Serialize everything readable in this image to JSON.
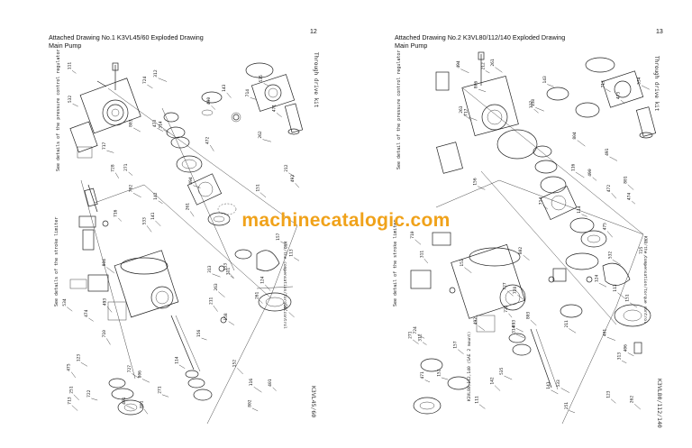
{
  "watermark": "machinecatalogic.com",
  "left_page": {
    "header_line1": "Attached Drawing No.1    K3VL45/60    Exploded Drawing",
    "header_line2": "Main Pump",
    "page_number": "12",
    "side_labels": {
      "through_drive": "Through drive kit",
      "pressure_reg": "See details of the pressure control regulator",
      "stroke_limiter": "See details of the stroke limiter",
      "servo": "K9D/the compensation/torque control"
    },
    "model_code": "K3VL45/60",
    "part_numbers": [
      "401",
      "471",
      "472",
      "473",
      "474",
      "475",
      "314",
      "311",
      "312",
      "313",
      "141",
      "142",
      "143",
      "116",
      "153",
      "271",
      "211",
      "212",
      "251",
      "261",
      "262",
      "263",
      "710",
      "713",
      "714",
      "716",
      "717",
      "722",
      "724",
      "725",
      "727",
      "728",
      "111",
      "113",
      "114",
      "123",
      "124",
      "151",
      "152",
      "156",
      "157",
      "158",
      "261",
      "271",
      "490",
      "491",
      "492",
      "493",
      "494",
      "702",
      "532",
      "533",
      "534",
      "535",
      "801",
      "802",
      "803",
      "804",
      "806"
    ]
  },
  "right_page": {
    "header_line1": "Attached Drawing No.2    K3VL80/112/140    Exploded Drawing",
    "header_line2": "Main Pump",
    "page_number": "13",
    "side_labels": {
      "through_drive": "Through drive kit",
      "pressure_reg": "See detail of the pressure control regulator",
      "stroke_limiter": "See detail of the stroke limiter",
      "servo": "K9D/the compensation/torque control",
      "standard": "K3VL80,112,140 (SAE 2 mount)"
    },
    "model_code": "K3VL80/112/140",
    "part_numbers": [
      "401",
      "406",
      "471",
      "472",
      "473",
      "474",
      "475",
      "312",
      "313",
      "314",
      "311",
      "141",
      "142",
      "143",
      "116",
      "153",
      "111",
      "113",
      "114",
      "123",
      "124",
      "127",
      "151",
      "152",
      "156",
      "157",
      "158",
      "211",
      "212",
      "251",
      "261",
      "262",
      "263",
      "271",
      "490",
      "491",
      "492",
      "493",
      "494",
      "532",
      "533",
      "534",
      "535",
      "710",
      "713",
      "714",
      "717",
      "722",
      "724",
      "725",
      "727",
      "728",
      "801",
      "802",
      "803",
      "804",
      "806"
    ]
  },
  "colors": {
    "watermark": "#f0a21a",
    "line": "#222222",
    "background": "#ffffff"
  }
}
